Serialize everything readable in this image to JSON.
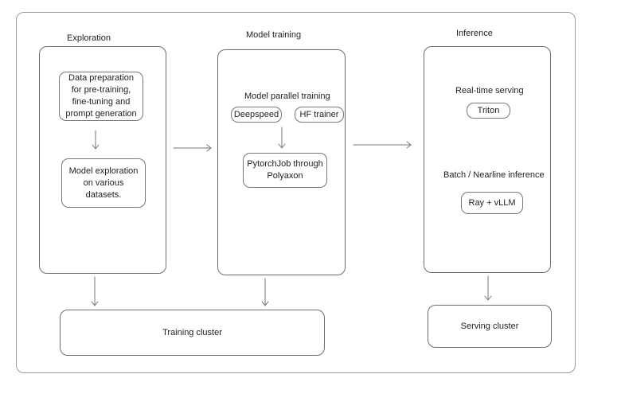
{
  "sections": {
    "exploration": {
      "title": "Exploration",
      "data_prep": "Data preparation for pre-training, fine-tuning and prompt generation",
      "model_exploration": "Model exploration on various datasets."
    },
    "model_training": {
      "title": "Model training",
      "subtitle": "Model parallel training",
      "deepspeed": "Deepspeed",
      "hf_trainer": "HF trainer",
      "pytorchjob": "PytorchJob through Polyaxon"
    },
    "inference": {
      "title": "Inference",
      "realtime_label": "Real-time serving",
      "triton": "Triton",
      "batch_label": "Batch / Nearline inference",
      "ray_vllm": "Ray + vLLM"
    }
  },
  "clusters": {
    "training": "Training cluster",
    "serving": "Serving cluster"
  }
}
